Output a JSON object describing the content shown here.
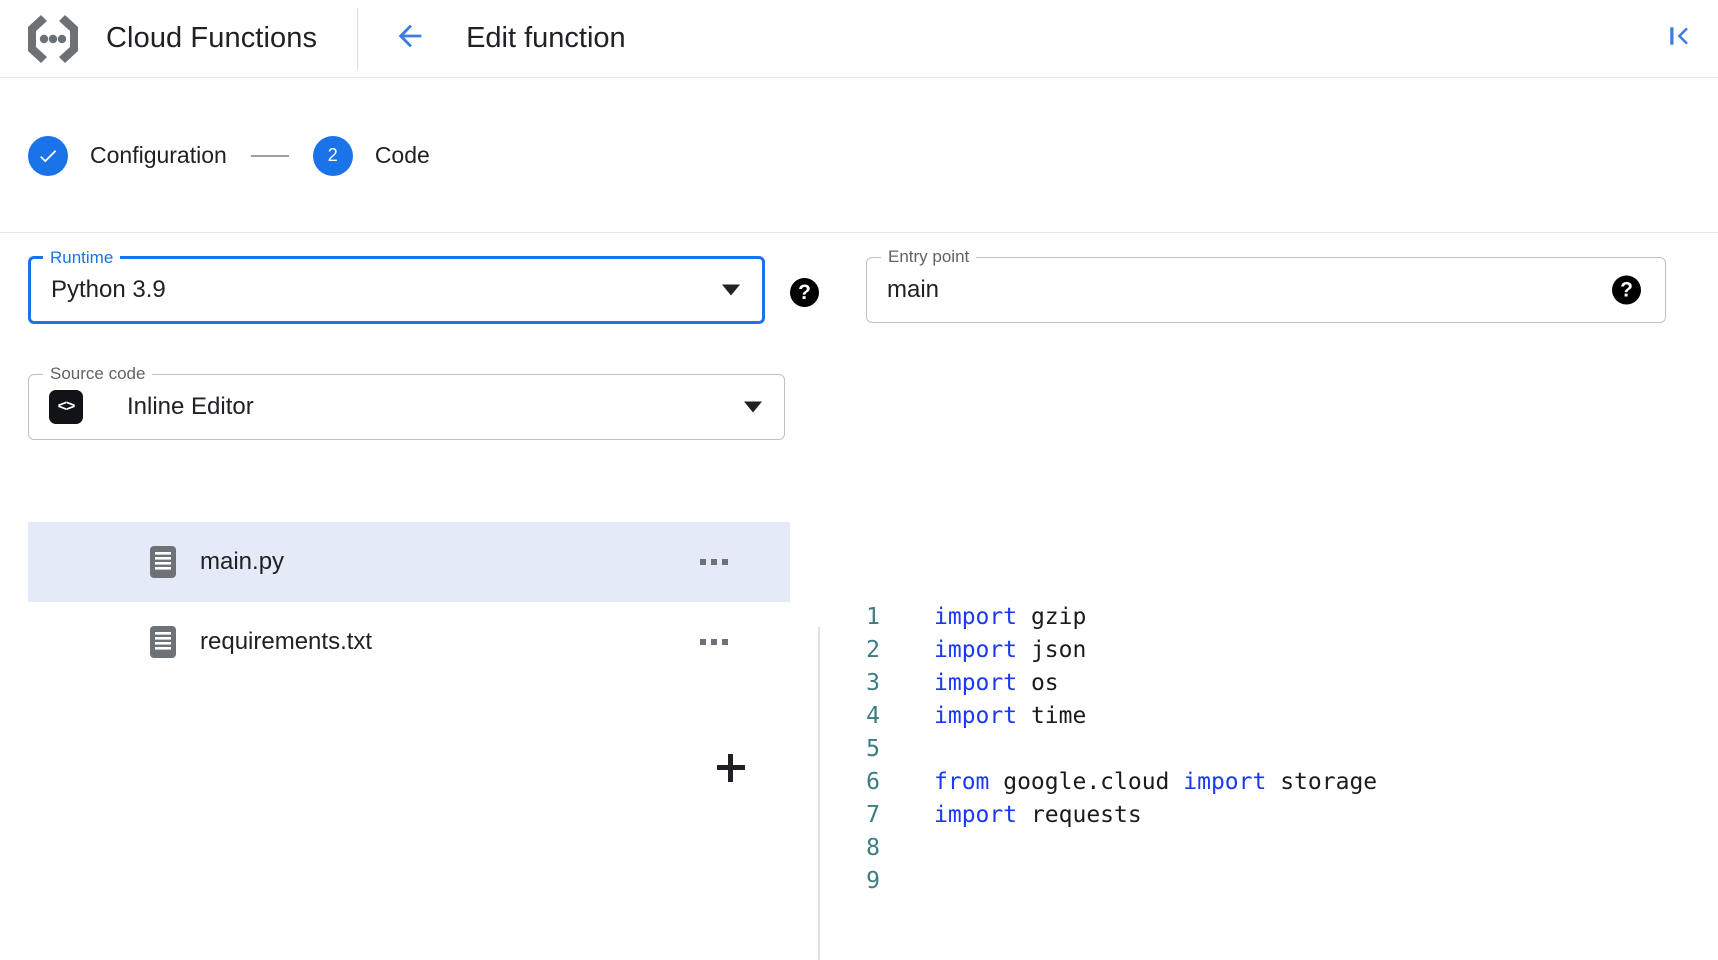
{
  "appbar": {
    "logo_icon": "cloud-functions-logo",
    "brand": "Cloud Functions",
    "back_icon": "arrow-left-icon",
    "page_title": "Edit function",
    "collapse_icon": "collapse-panel-left-icon"
  },
  "stepper": {
    "steps": [
      {
        "marker": "✓",
        "label": "Configuration",
        "state": "complete"
      },
      {
        "marker": "2",
        "label": "Code",
        "state": "active"
      }
    ]
  },
  "form": {
    "runtime": {
      "legend": "Runtime",
      "value": "Python 3.9",
      "dropdown_icon": "chevron-down-icon",
      "help_icon": "help-icon",
      "help_glyph": "?"
    },
    "entry_point": {
      "legend": "Entry point",
      "value": "main",
      "help_icon": "help-icon",
      "help_glyph": "?"
    },
    "source_code": {
      "legend": "Source code",
      "value": "Inline Editor",
      "chip_icon": "code-brackets-icon",
      "chip_glyph": "<>",
      "dropdown_icon": "chevron-down-icon"
    }
  },
  "files": {
    "add_label": "+",
    "add_icon": "plus-icon",
    "items": [
      {
        "name": "main.py",
        "icon": "file-icon",
        "selected": true,
        "menu_icon": "more-options-icon"
      },
      {
        "name": "requirements.txt",
        "icon": "file-icon",
        "selected": false,
        "menu_icon": "more-options-icon"
      }
    ]
  },
  "editor": {
    "lines": [
      {
        "num": "1",
        "tokens": [
          {
            "t": "import",
            "c": "kw"
          },
          {
            "t": " gzip",
            "c": "id"
          }
        ]
      },
      {
        "num": "2",
        "tokens": [
          {
            "t": "import",
            "c": "kw"
          },
          {
            "t": " json",
            "c": "id"
          }
        ]
      },
      {
        "num": "3",
        "tokens": [
          {
            "t": "import",
            "c": "kw"
          },
          {
            "t": " os",
            "c": "id"
          }
        ]
      },
      {
        "num": "4",
        "tokens": [
          {
            "t": "import",
            "c": "kw"
          },
          {
            "t": " time",
            "c": "id"
          }
        ]
      },
      {
        "num": "5",
        "tokens": []
      },
      {
        "num": "6",
        "tokens": [
          {
            "t": "from",
            "c": "kw"
          },
          {
            "t": " google.cloud ",
            "c": "id"
          },
          {
            "t": "import",
            "c": "kw"
          },
          {
            "t": " storage",
            "c": "id"
          }
        ]
      },
      {
        "num": "7",
        "tokens": [
          {
            "t": "import",
            "c": "kw"
          },
          {
            "t": " requests",
            "c": "id"
          }
        ]
      },
      {
        "num": "8",
        "tokens": []
      },
      {
        "num": "9",
        "tokens": []
      }
    ]
  },
  "colors": {
    "accent": "#1a73e8",
    "selected_row": "#e5eaf8",
    "keyword": "#1b39f5",
    "line_number": "#3d7c83",
    "border": "#bdc1c6"
  }
}
